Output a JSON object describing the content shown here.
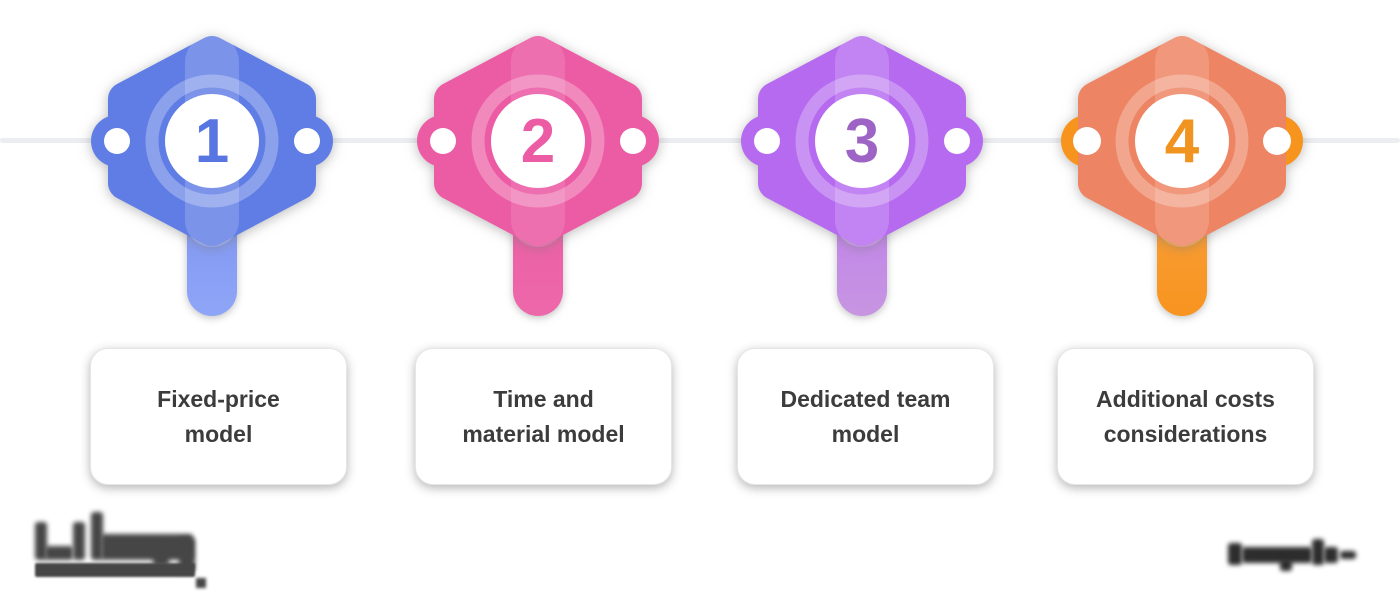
{
  "timeline": {
    "line_color": "#ECEDF1"
  },
  "steps": [
    {
      "number": "1",
      "label_line1": "Fixed-price",
      "label_line2": "model",
      "colors": {
        "main": "#5F7DE5",
        "num": "#5776E2",
        "petal": "#5F7DE5",
        "stem-top": "#7D94F1",
        "stem-bottom": "#8FA5F7"
      }
    },
    {
      "number": "2",
      "label_line1": "Time and",
      "label_line2": "material model",
      "colors": {
        "main": "#EC5CA4",
        "num": "#EC5CA4",
        "petal": "#EC5CA4",
        "stem-top": "#EC5CA4",
        "stem-bottom": "#ED68AA"
      }
    },
    {
      "number": "3",
      "label_line1": "Dedicated team",
      "label_line2": "model",
      "colors": {
        "main": "#B56AEF",
        "num": "#9D64C6",
        "petal": "#B56AEF",
        "stem-top": "#BF7FEC",
        "stem-bottom": "#C795E2"
      }
    },
    {
      "number": "4",
      "label_line1": "Additional costs",
      "label_line2": "considerations",
      "colors": {
        "main": "#ED8463",
        "num": "#F0931F",
        "petal": "#F6941E",
        "stem-top": "#F9A13C",
        "stem-bottom": "#F89420"
      }
    }
  ],
  "footer": {
    "logo": "blurred-company-wordmark-with-underline",
    "logo_color": "#464646",
    "watermark": "blurred-watermark-text",
    "watermark_color": "#2D2D2D"
  }
}
